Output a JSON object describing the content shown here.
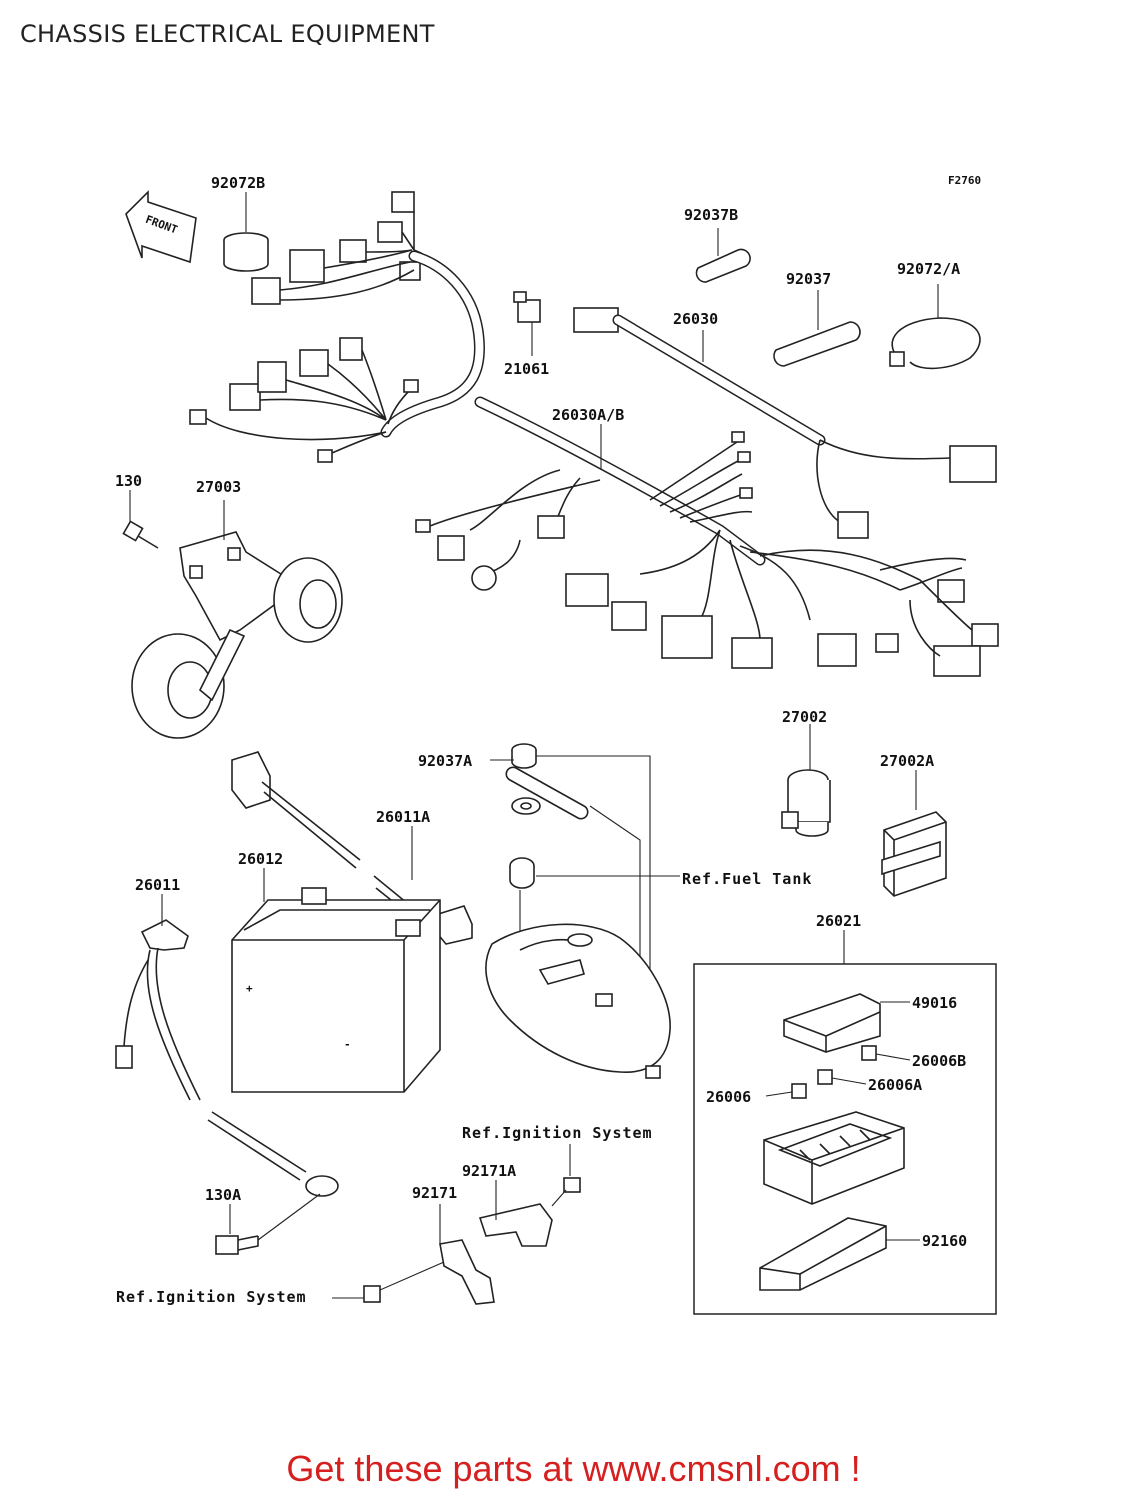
{
  "title": "CHASSIS ELECTRICAL EQUIPMENT",
  "figure_code": "F2760",
  "front_label": "FRONT",
  "footer": "Get these parts at www.cmsnl.com !",
  "labels": {
    "p92072B": "92072B",
    "p92037B": "92037B",
    "p92037": "92037",
    "p92072A": "92072/A",
    "p26030": "26030",
    "p21061": "21061",
    "p26030AB": "26030A/B",
    "p130": "130",
    "p27003": "27003",
    "p27002": "27002",
    "p27002A": "27002A",
    "p92037A": "92037A",
    "p26011A": "26011A",
    "p26012": "26012",
    "p26011": "26011",
    "refFuelTank": "Ref.Fuel Tank",
    "p26021": "26021",
    "p49016": "49016",
    "p26006B": "26006B",
    "p26006": "26006",
    "p26006A": "26006A",
    "p92160": "92160",
    "refIgnition1": "Ref.Ignition System",
    "p92171A": "92171A",
    "p92171": "92171",
    "p130A": "130A",
    "refIgnition2": "Ref.Ignition System"
  }
}
